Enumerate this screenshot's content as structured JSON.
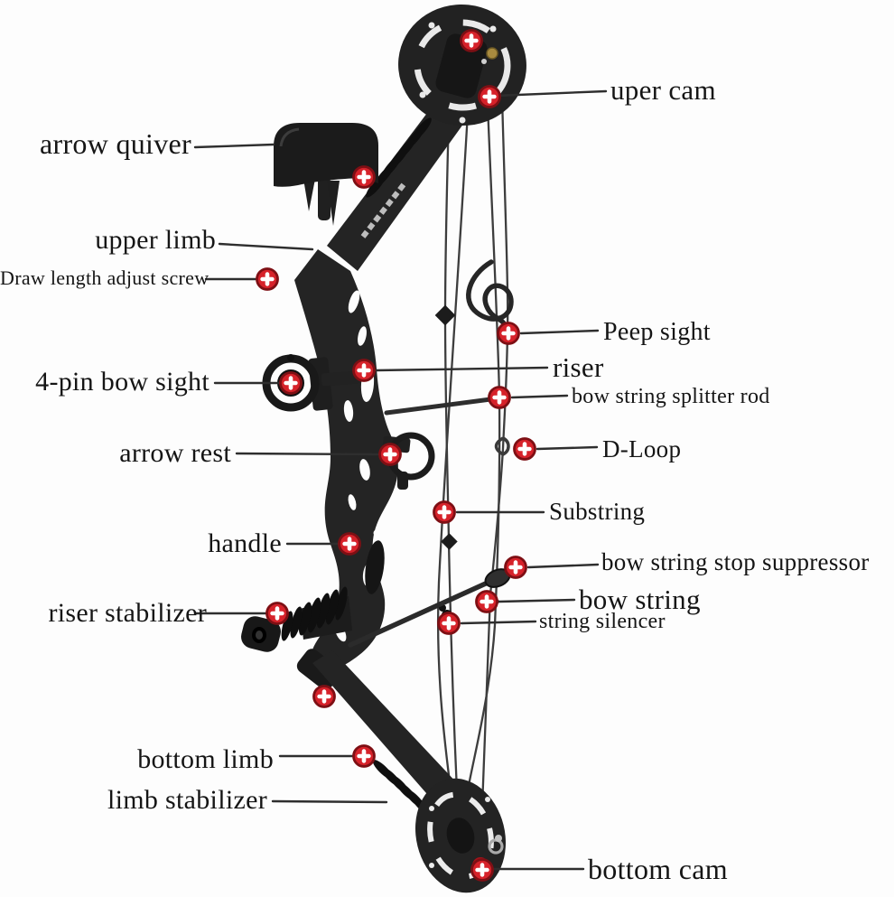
{
  "labels": {
    "uper_cam": "uper cam",
    "arrow_quiver": "arrow quiver",
    "upper_limb": "upper limb",
    "draw_length_adjust_screw": "Draw length adjust screw",
    "four_pin_bow_sight": "4-pin bow sight",
    "arrow_rest": "arrow rest",
    "handle": "handle",
    "riser_stabilizer": "riser stabilizer",
    "bottom_limb": "bottom limb",
    "limb_stabilizer": "limb stabilizer",
    "peep_sight": "Peep sight",
    "riser": "riser",
    "bow_string_splitter_rod": "bow string splitter rod",
    "d_loop": "D-Loop",
    "substring": "Substring",
    "bow_string_stop_suppressor": "bow string stop suppressor",
    "bow_string": "bow string",
    "string_silencer": "string silencer",
    "bottom_cam": "bottom cam"
  },
  "colors": {
    "marker_red": "#d6222a",
    "marker_rim": "#7e0f14",
    "line": "#2e2e2e",
    "text": "#151515",
    "background": "#fdfdfd"
  }
}
